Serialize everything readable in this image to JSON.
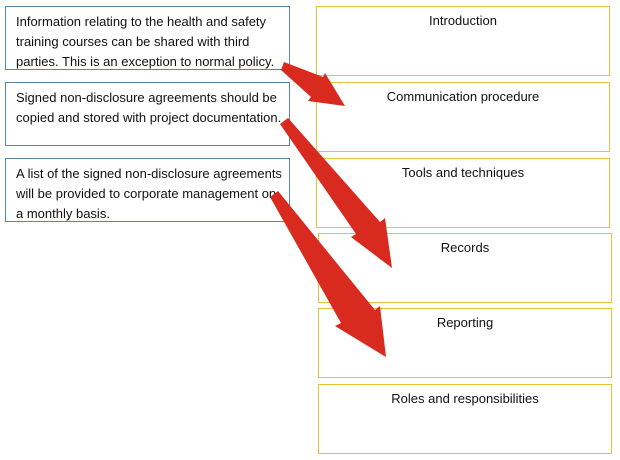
{
  "statements": [
    "Information relating to the health and safety training courses can be shared with third parties. This is an exception to normal policy.",
    "Signed non-disclosure agreements should be copied and stored with project documentation.",
    "A list of the signed non-disclosure agreements will be provided to corporate management on a monthly basis."
  ],
  "targets": [
    "Introduction",
    "Communication procedure",
    "Tools and techniques",
    "Records",
    "Reporting",
    "Roles and responsibilities"
  ],
  "matches": [
    {
      "statement": 1,
      "target": "Communication procedure"
    },
    {
      "statement": 2,
      "target": "Records"
    },
    {
      "statement": 3,
      "target": "Reporting"
    }
  ],
  "colors": {
    "statement_border": "#5b86a8",
    "target_border": "#e3c33a",
    "arrow": "#d82a1f"
  }
}
